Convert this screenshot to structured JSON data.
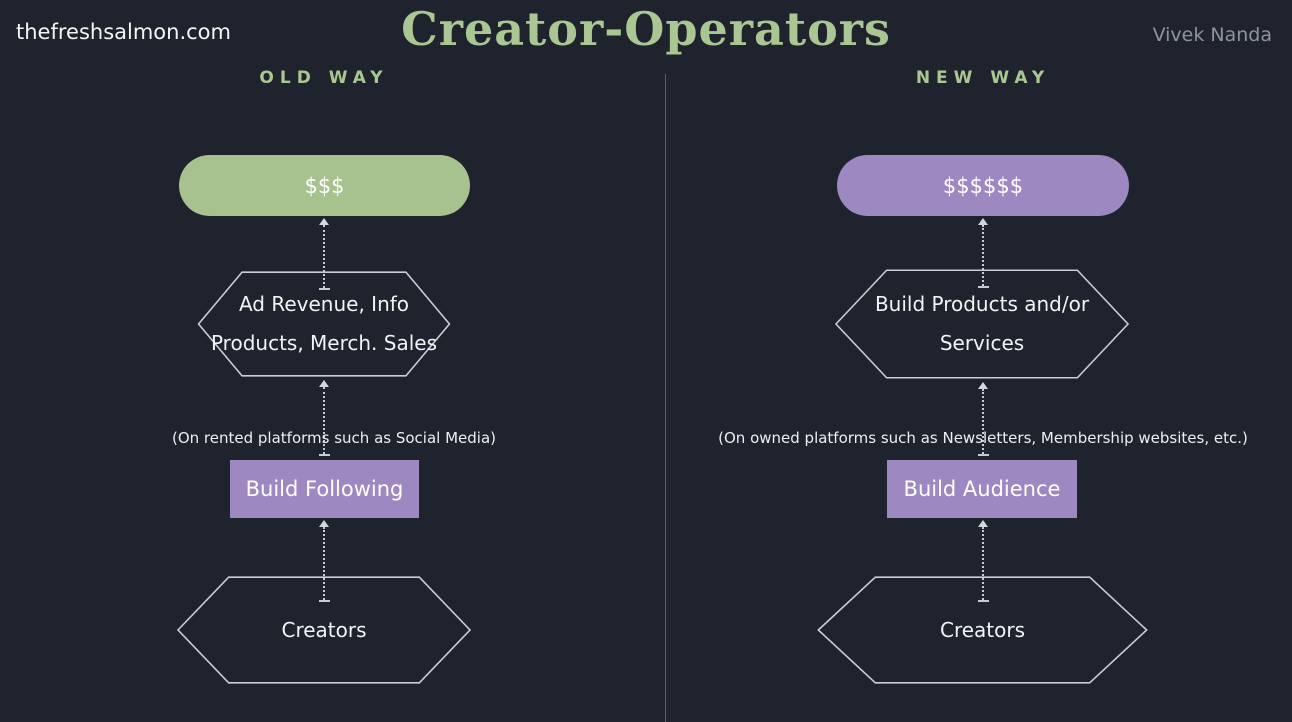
{
  "header": {
    "site": "thefreshsalmon.com",
    "title": "Creator-Operators",
    "author": "Vivek Nanda"
  },
  "colors": {
    "background": "#1f232d",
    "accent_green": "#a7c28e",
    "accent_purple": "#9d88c2",
    "heading_green": "#a9c792",
    "shape_outline": "#c9cdd5"
  },
  "columns": [
    {
      "heading": "OLD WAY",
      "money_label": "$$$",
      "monetize_line1": "Ad Revenue, Info",
      "monetize_line2": "Products, Merch. Sales",
      "platform_note": "(On rented platforms such as Social Media)",
      "build_step": "Build Following",
      "base_label": "Creators"
    },
    {
      "heading": "NEW WAY",
      "money_label": "$$$$$$",
      "monetize_line1": "Build Products and/or",
      "monetize_line2": "Services",
      "platform_note": "(On owned platforms such as Newsletters, Membership websites, etc.)",
      "build_step": "Build Audience",
      "base_label": "Creators"
    }
  ]
}
